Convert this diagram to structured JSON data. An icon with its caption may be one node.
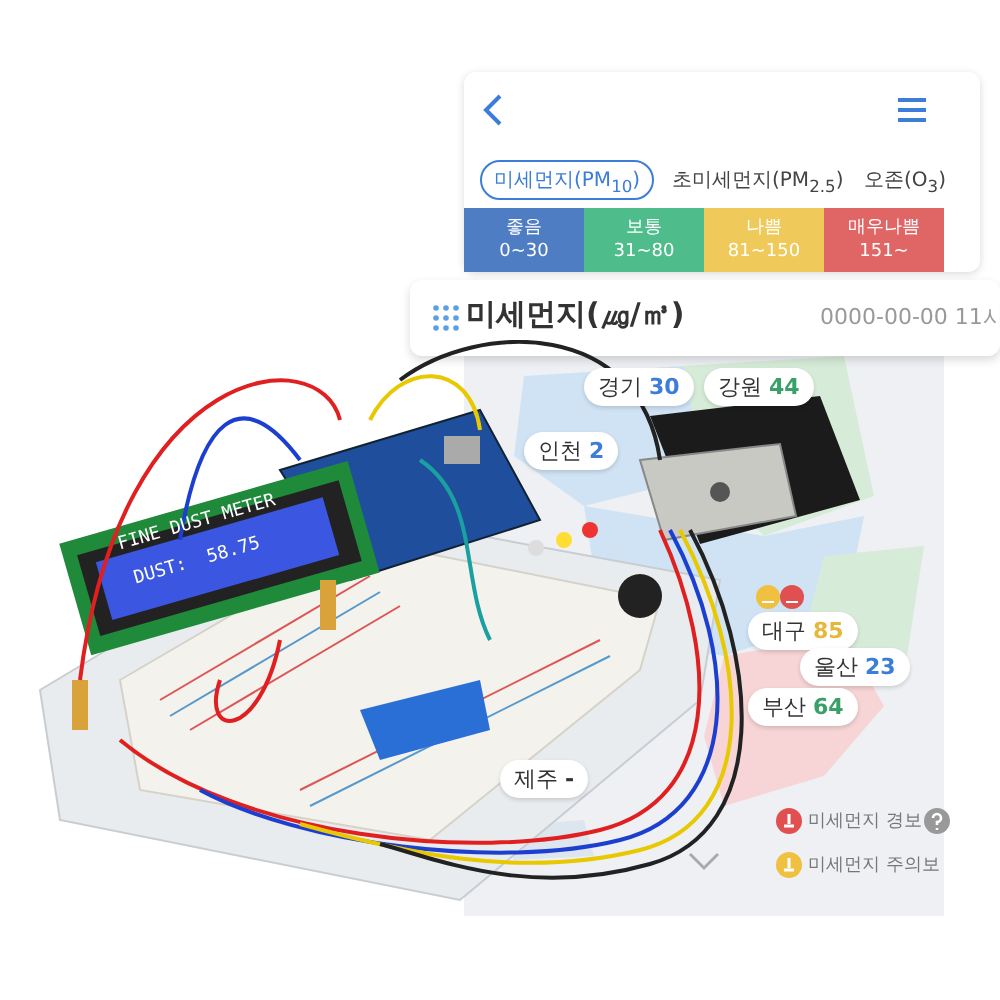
{
  "diagram": {
    "nodes": [
      {
        "text": [
          "미세먼지(PM$_{10}$)"
        ]
      },
      {
        "text": [
          "좋음",
          "0~30"
        ]
      },
      {
        "text": [
          "보통",
          "31~80"
        ]
      },
      {
        "text": [
          "나쁨",
          "81~150"
        ]
      },
      {
        "text": [
          "매우나쁨",
          "151~"
        ]
      },
      {
        "text": [
          "경기",
          "30"
        ]
      },
      {
        "text": [
          "강원",
          "44"
        ]
      },
      {
        "text": [
          "인천",
          "2"
        ]
      },
      {
        "text": [
          "대구",
          "85"
        ]
      },
      {
        "text": [
          "울산",
          "23"
        ]
      },
      {
        "text": [
          "부산",
          "64"
        ]
      },
      {
        "text": [
          "제주",
          "-"
        ]
      }
    ],
    "labels": [
      "초미세먼지(PM$_{2.5}$)",
      "오존(O$_{3}$)",
      "미세먼지(㎍/㎥)",
      "0000-00-00 11시",
      "FINE DUST METER",
      "DUST:  58.75"
    ],
    "legend": [
      {
        "text": "미세먼지 경보"
      },
      {
        "text": "미세먼지 주의보"
      }
    ]
  }
}
